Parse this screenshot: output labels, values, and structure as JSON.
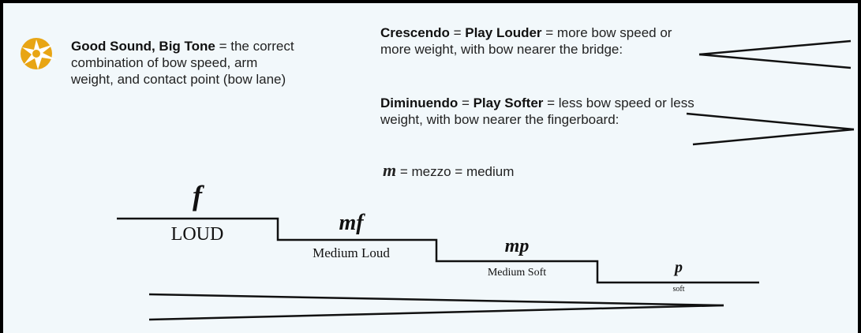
{
  "colors": {
    "background": "#f2f8fb",
    "border": "#000000",
    "icon_gold": "#e8a514",
    "text": "#222222"
  },
  "intro": {
    "icon": "sparkle-star-icon",
    "title": "Good Sound, Big Tone",
    "rest_line1": " = the correct",
    "line2": "combination of bow speed, arm",
    "line3": "weight, and contact point (bow lane)"
  },
  "crescendo": {
    "term": "Crescendo",
    "equals": " = ",
    "meaning": "Play Louder",
    "rest_line1": " = more bow speed or",
    "line2": "more weight, with bow nearer the bridge:",
    "symbol": "crescendo-hairpin"
  },
  "diminuendo": {
    "term": "Diminuendo",
    "equals": " = ",
    "meaning": "Play Softer",
    "rest_line1": " = less bow speed or less",
    "line2": "weight, with bow nearer the fingerboard:",
    "symbol": "diminuendo-hairpin"
  },
  "mezzo": {
    "symbol": "m",
    "text": " = mezzo = medium"
  },
  "dynamics": [
    {
      "symbol": "f",
      "label": "LOUD"
    },
    {
      "symbol": "mf",
      "label": "Medium Loud"
    },
    {
      "symbol": "mp",
      "label": "Medium Soft"
    },
    {
      "symbol": "p",
      "label": "soft"
    }
  ],
  "bottom_hairpin": "diminuendo-hairpin"
}
